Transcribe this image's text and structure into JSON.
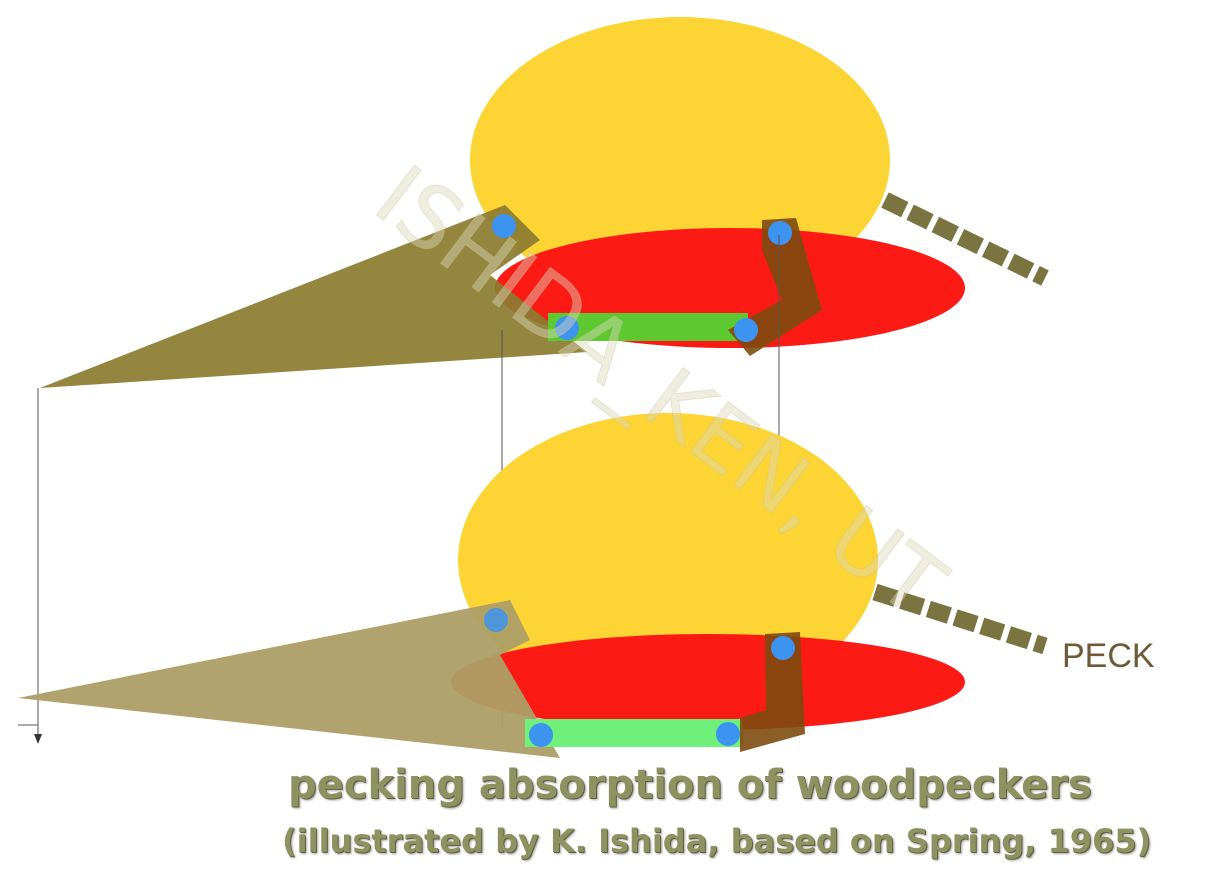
{
  "diagram": {
    "title": "pecking absorption of woodpeckers",
    "subtitle": "(illustrated by K. Ishida, based on Spring, 1965)",
    "peck_label": "PECK",
    "watermark": "ISHIDA_KEN, UT",
    "colors": {
      "head": "#fcd433",
      "jaw": "#fc1a14",
      "hyoid_link": "#5ec830",
      "hyoid_link_lower": "#6ef07a",
      "bone": "#7e4b10",
      "muscle_upper": "#8c7c30",
      "muscle_lower": "#ad9e65",
      "joint": "#3d93f0",
      "beak": "#7a7540",
      "text": "#8e9160"
    }
  }
}
